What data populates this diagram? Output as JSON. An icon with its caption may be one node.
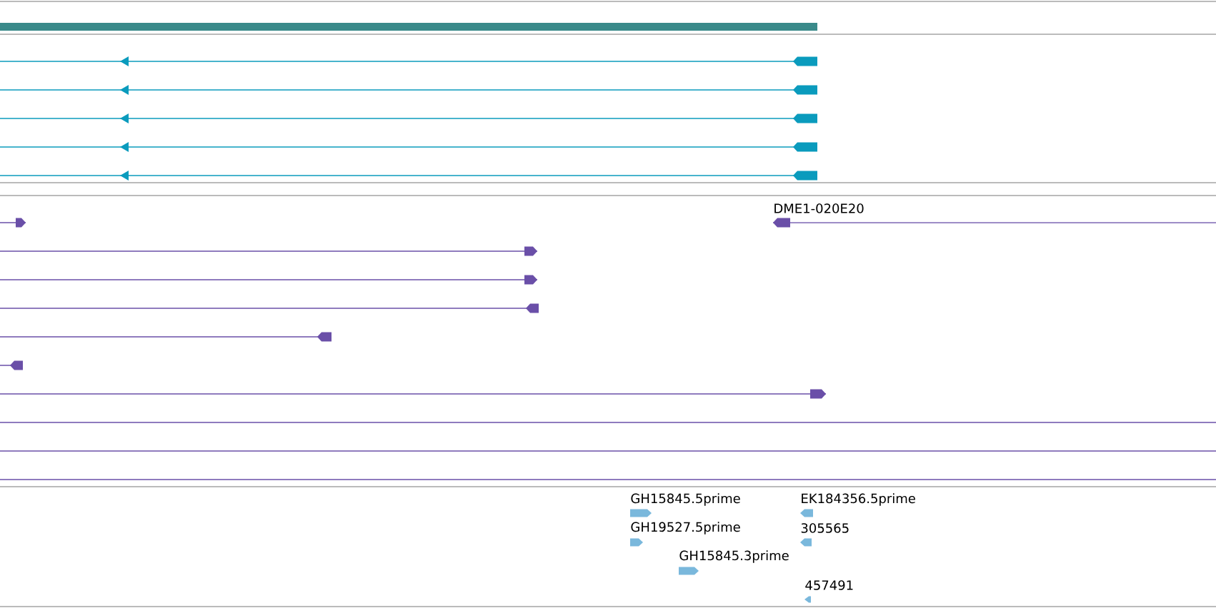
{
  "diagram": {
    "labels": [
      "DME1-020E20",
      "GH15845.5prime",
      "EK184356.5prime",
      "GH19527.5prime",
      "305565",
      "GH15845.3prime",
      "457491"
    ]
  }
}
